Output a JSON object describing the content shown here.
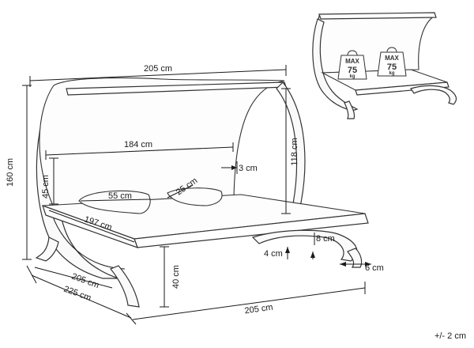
{
  "diagram": {
    "dimensions": {
      "canopy_width": "205 cm",
      "total_height": "160 cm",
      "inner_width": "184 cm",
      "canopy_height": "118 cm",
      "canopy_gap": "3 cm",
      "headrest_height": "45 cm",
      "pillow_long": "55 cm",
      "pillow_short": "25 cm",
      "mattress_length": "197 cm",
      "mattress_depth": "205 cm",
      "base_depth": "225 cm",
      "clearance": "40 cm",
      "base_length": "205 cm",
      "frame_thickness": "8 cm",
      "rail_height": "4 cm",
      "leg_width": "6 cm"
    },
    "tolerance": "+/- 2 cm",
    "load_labels": [
      {
        "max": "MAX",
        "value": "75",
        "unit": "kg"
      },
      {
        "max": "MAX",
        "value": "75",
        "unit": "kg"
      }
    ]
  }
}
